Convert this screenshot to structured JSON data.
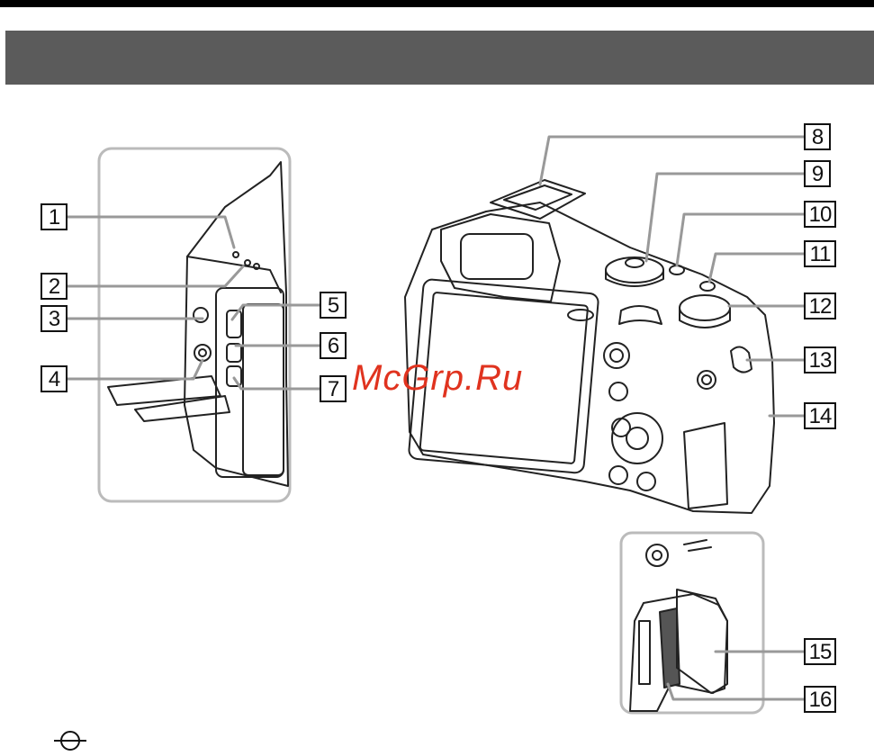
{
  "callouts": [
    "1",
    "2",
    "3",
    "4",
    "5",
    "6",
    "7",
    "8",
    "9",
    "10",
    "11",
    "12",
    "13",
    "14",
    "15",
    "16"
  ],
  "watermark": "McGrp.Ru",
  "icons": {
    "page_mark": "circle-with-horizontal-line-icon"
  },
  "colors": {
    "banner": "#5b5b5b",
    "top_rule": "#000000",
    "watermark": "#e0331f",
    "panel_border": "#bbbbbb",
    "leader_lines": "#999999"
  }
}
